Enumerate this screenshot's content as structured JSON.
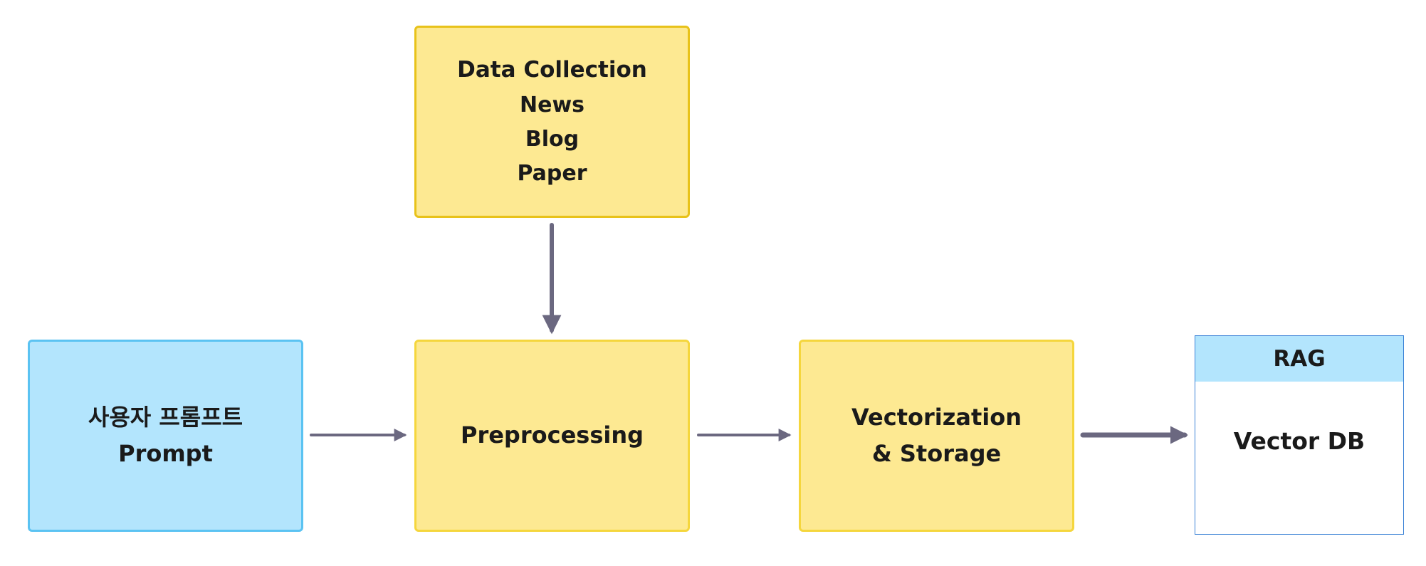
{
  "nodes": {
    "data_collection": {
      "title": "Data Collection",
      "items": [
        "News",
        "Blog",
        "Paper"
      ]
    },
    "prompt": {
      "lines": [
        "사용자 프롬프트",
        "Prompt"
      ]
    },
    "preprocessing": {
      "label": "Preprocessing"
    },
    "vectorization": {
      "lines": [
        "Vectorization",
        "& Storage"
      ]
    },
    "rag": {
      "header": "RAG",
      "body": "Vector DB"
    }
  },
  "edges": [
    {
      "from": "data_collection",
      "to": "preprocessing"
    },
    {
      "from": "prompt",
      "to": "preprocessing"
    },
    {
      "from": "preprocessing",
      "to": "vectorization"
    },
    {
      "from": "vectorization",
      "to": "rag"
    }
  ],
  "colors": {
    "yellow_fill": "#fde992",
    "yellow_border": "#f5d63d",
    "blue_fill": "#b3e5fd",
    "blue_border": "#5bc3f2",
    "arrow": "#6b6880",
    "rag_border": "#3b82d6"
  }
}
